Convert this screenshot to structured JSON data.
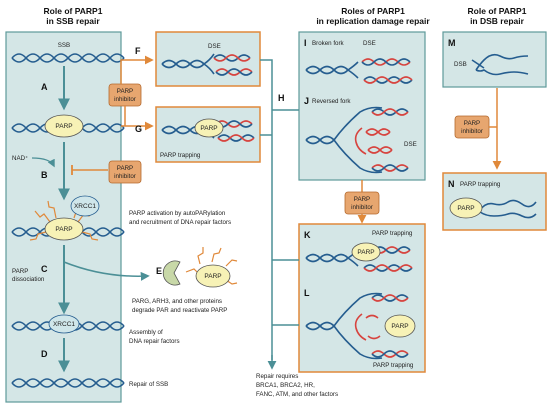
{
  "headers": {
    "ssb": [
      "Role of PARP1",
      "in SSB repair"
    ],
    "replication": [
      "Roles of PARP1",
      "in replication damage repair"
    ],
    "dsb": [
      "Role of PARP1",
      "in DSB repair"
    ]
  },
  "letters": {
    "A": "A",
    "B": "B",
    "C": "C",
    "D": "D",
    "E": "E",
    "F": "F",
    "G": "G",
    "H": "H",
    "I": "I",
    "J": "J",
    "K": "K",
    "L": "L",
    "M": "M",
    "N": "N"
  },
  "labels": {
    "ssb": "SSB",
    "nad": "NAD⁺",
    "parp": "PARP",
    "xrcc1": "XRCC1",
    "dse": "DSE",
    "dsb": "DSB",
    "parp_trapping": "PARP trapping",
    "broken_fork": "Broken fork",
    "reversed_fork": "Reversed fork",
    "parp_dissociation": [
      "PARP",
      "dissociation"
    ],
    "parp_inhibitor": [
      "PARP",
      "inhibitor"
    ],
    "activation": [
      "PARP activation by autoPARylation",
      "and recruitment of DNA repair factors"
    ],
    "degrade": [
      "PARG, ARH3, and other proteins",
      "degrade PAR and reactivate PARP"
    ],
    "assembly": [
      "Assembly of",
      "DNA repair factors"
    ],
    "repair_ssb": "Repair of SSB",
    "repair_requires": [
      "Repair requires",
      "BRCA1, BRCA2, HR,",
      "FANC, ATM, and other factors"
    ]
  },
  "colors": {
    "panel_fill": "#d4e6e6",
    "panel_border": "#5e9a9a",
    "orange_border": "#e0893a",
    "inhibitor_fill": "#e7a66f",
    "parp_fill": "#f7f2b6",
    "xrcc1_fill": "#cfe6ea",
    "dna_blue": "#255d8f",
    "dna_red": "#d7443f",
    "arrow_teal": "#4b8f96"
  }
}
